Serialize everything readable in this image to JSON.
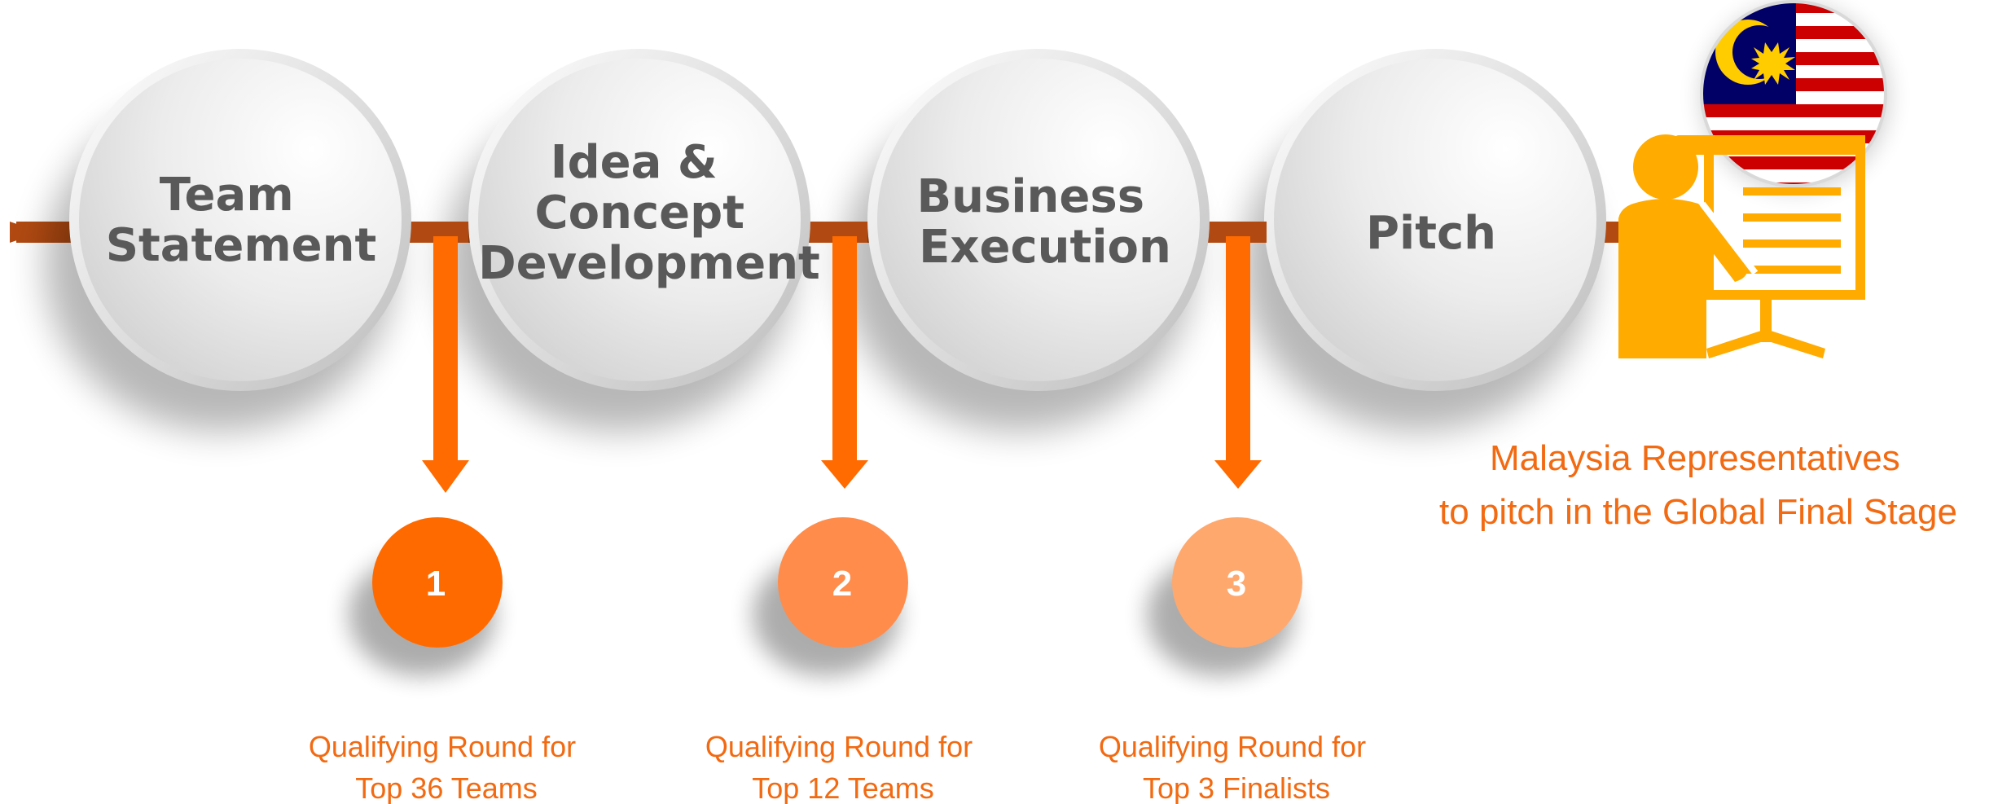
{
  "colors": {
    "timeline": "#b14a12",
    "arrow": "#ff6b00",
    "step_1": "#ff6a00",
    "step_2": "#ff8c4a",
    "step_3": "#ffa86e",
    "presenter": "#ffab00",
    "caption": "#f26a12",
    "stage_text": "#595959"
  },
  "stages": [
    {
      "lines": [
        "Team",
        "Statement"
      ]
    },
    {
      "lines": [
        "Idea &",
        "Concept",
        "Development"
      ]
    },
    {
      "lines": [
        "Business",
        "Execution"
      ]
    },
    {
      "lines": [
        "Pitch"
      ]
    }
  ],
  "steps": [
    {
      "number": "1",
      "caption": [
        "Qualifying Round for",
        "Top 36 Teams"
      ]
    },
    {
      "number": "2",
      "caption": [
        "Qualifying Round for",
        "Top 12 Teams"
      ]
    },
    {
      "number": "3",
      "caption": [
        "Qualifying Round for",
        "Top 3 Finalists"
      ]
    }
  ],
  "final": {
    "caption": [
      "Malaysia Representatives",
      "to pitch in the Global Final Stage"
    ],
    "icons": [
      "presenter-icon",
      "malaysia-flag-icon"
    ]
  }
}
